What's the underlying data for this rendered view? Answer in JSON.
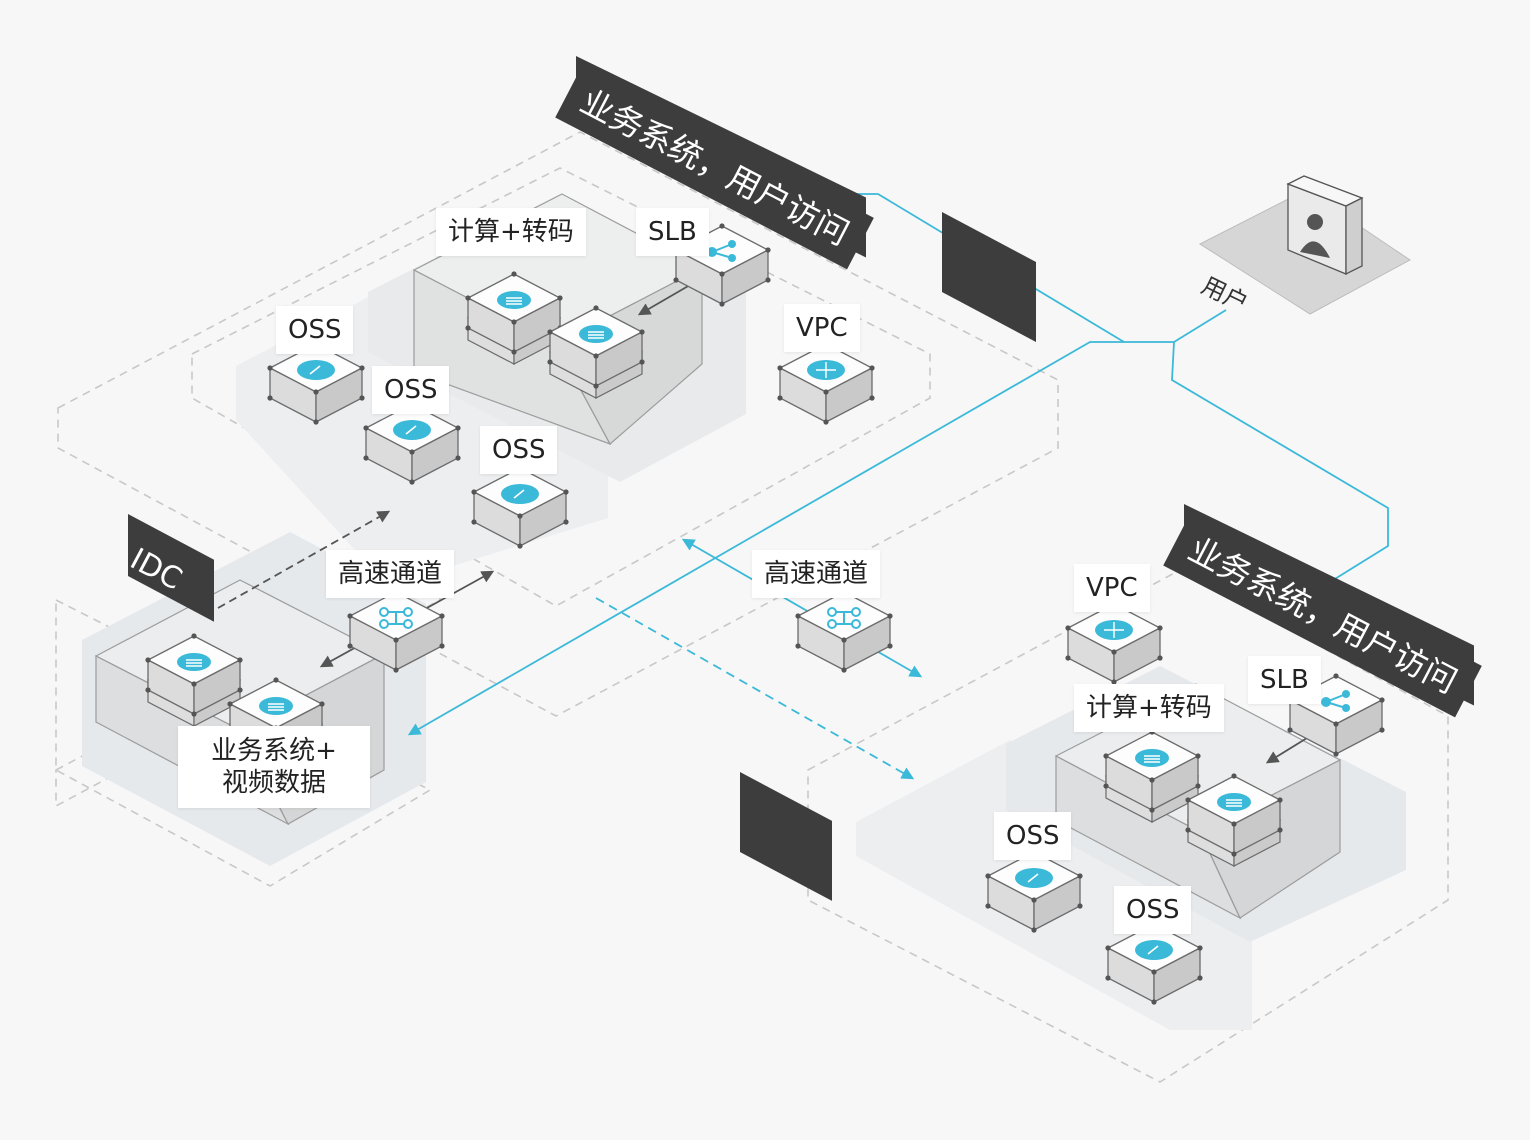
{
  "colors": {
    "accent": "#3bb9d8",
    "dark": "#3d3d3d",
    "dashed": "#c8c8c8",
    "arrow_dark": "#555555"
  },
  "region_top": {
    "banner": "业务系统，用户访问",
    "compute_label": "计算+转码",
    "slb_label": "SLB",
    "vpc_label": "VPC",
    "oss_labels": [
      "OSS",
      "OSS",
      "OSS"
    ]
  },
  "region_bottom": {
    "banner": "业务系统，用户访问",
    "compute_label": "计算+转码",
    "slb_label": "SLB",
    "vpc_label": "VPC",
    "oss_labels": [
      "OSS",
      "OSS"
    ]
  },
  "idc": {
    "banner": "IDC",
    "label_line1": "业务系统+",
    "label_line2": "视频数据"
  },
  "express_connect_left": {
    "label": "高速通道"
  },
  "express_connect_mid": {
    "label": "高速通道"
  },
  "user": {
    "label": "用户",
    "icon": "user-icon"
  },
  "icons": {
    "oss": "oss-icon",
    "ecs": "ecs-icon",
    "slb": "slb-icon",
    "vpc": "vpc-icon",
    "express": "express-connect-icon"
  }
}
